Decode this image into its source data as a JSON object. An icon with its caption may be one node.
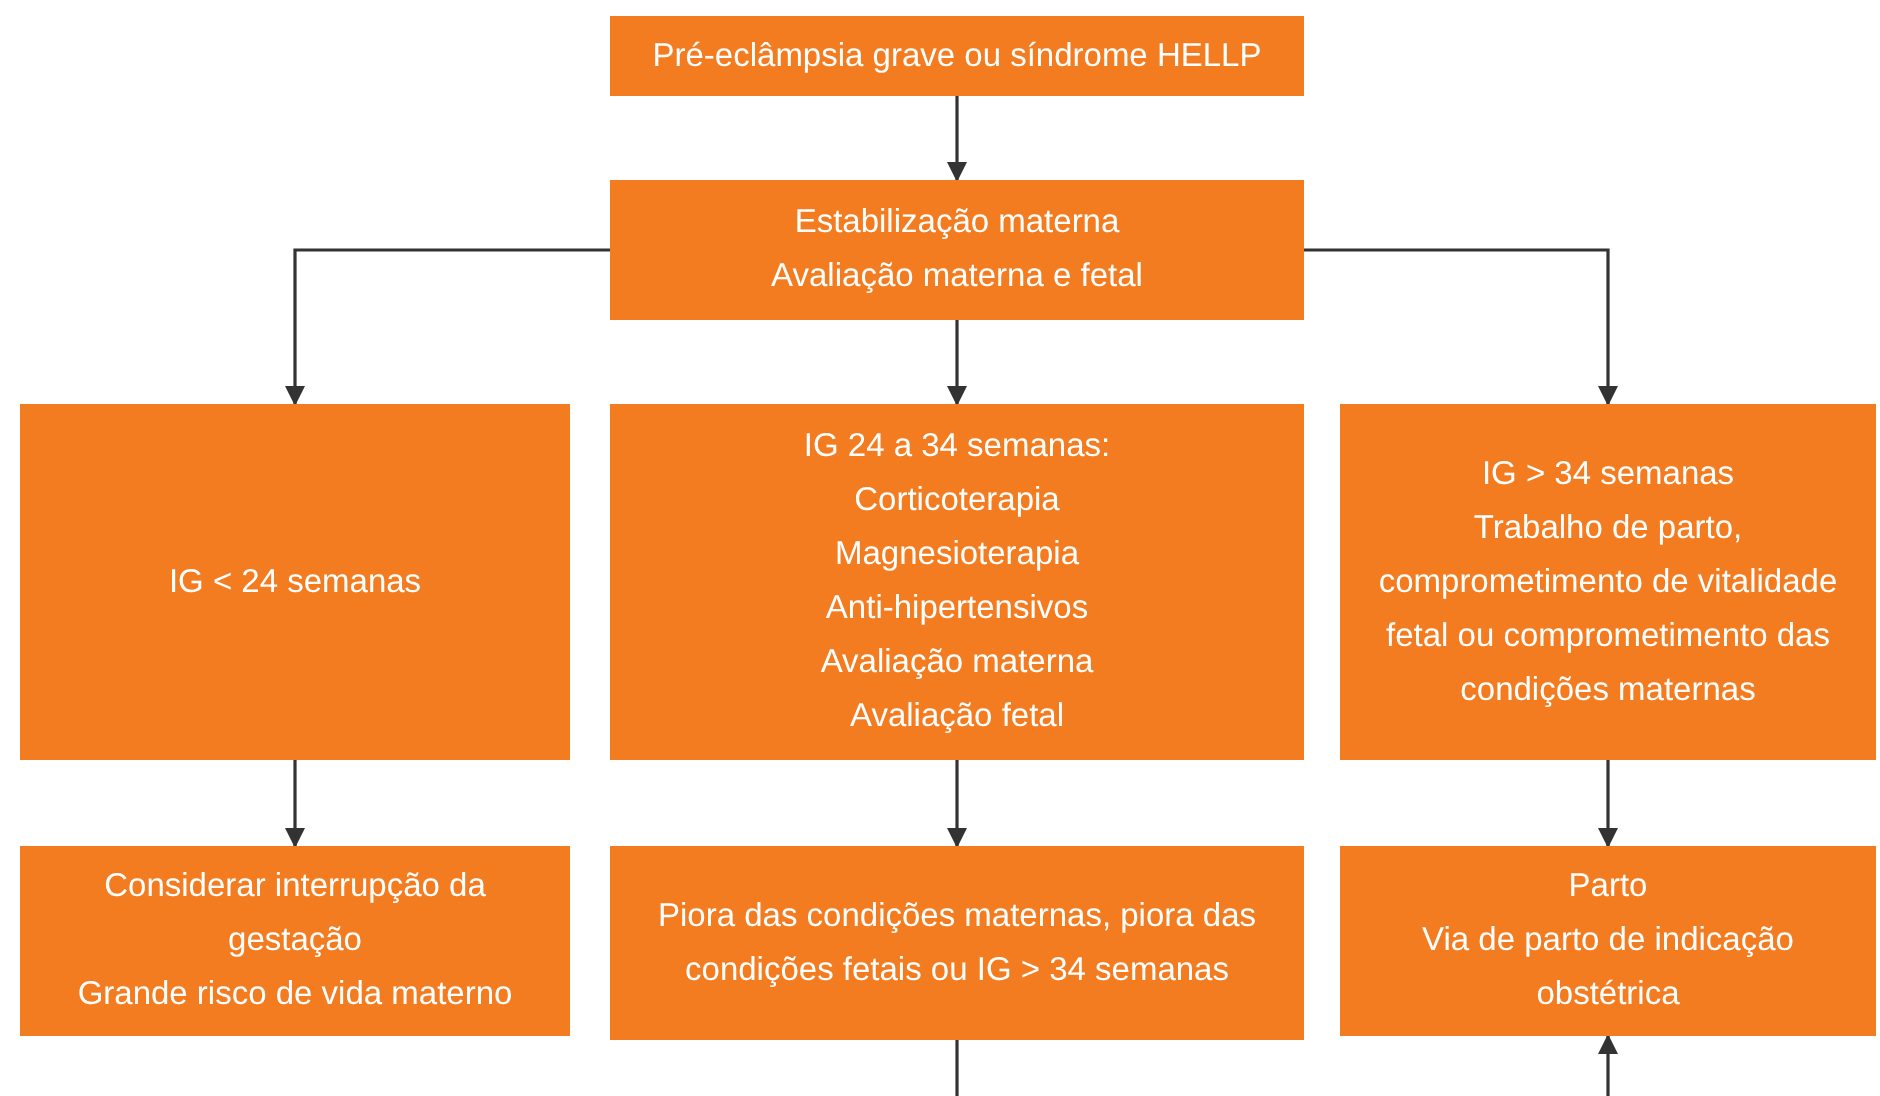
{
  "diagram": {
    "nodes": [
      {
        "text": [
          "Pré-eclâmpsia grave ou síndrome HELLP"
        ]
      },
      {
        "text": [
          "Estabilização materna",
          "Avaliação materna e fetal"
        ]
      },
      {
        "text": [
          "IG < 24 semanas"
        ]
      },
      {
        "text": [
          "IG 24 a 34 semanas:",
          "Corticoterapia",
          "Magnesioterapia",
          "Anti-hipertensivos",
          "Avaliação materna",
          "Avaliação fetal"
        ]
      },
      {
        "text": [
          "IG > 34 semanas",
          "Trabalho de parto, comprometimento de vitalidade fetal ou comprometimento das condições maternas"
        ]
      },
      {
        "text": [
          "Considerar interrupção da gestação",
          "Grande risco de vida materno"
        ]
      },
      {
        "text": [
          "Piora das condições maternas, piora das condições fetais ou IG > 34 semanas"
        ]
      },
      {
        "text": [
          "Parto",
          "Via de parto de indicação obstétrica"
        ]
      }
    ],
    "edges": [
      {
        "from": 0,
        "to": 1,
        "arrow": "to"
      },
      {
        "from": 1,
        "to": 2,
        "arrow": "to"
      },
      {
        "from": 1,
        "to": 3,
        "arrow": "to"
      },
      {
        "from": 1,
        "to": 4,
        "arrow": "to"
      },
      {
        "from": 2,
        "to": 5,
        "arrow": "to"
      },
      {
        "from": 3,
        "to": 6,
        "arrow": "to"
      },
      {
        "from": 4,
        "to": 7,
        "arrow": "to"
      },
      {
        "from": 6,
        "to": null,
        "arrow": "none"
      },
      {
        "from": null,
        "to": 7,
        "arrow": "to"
      }
    ]
  }
}
